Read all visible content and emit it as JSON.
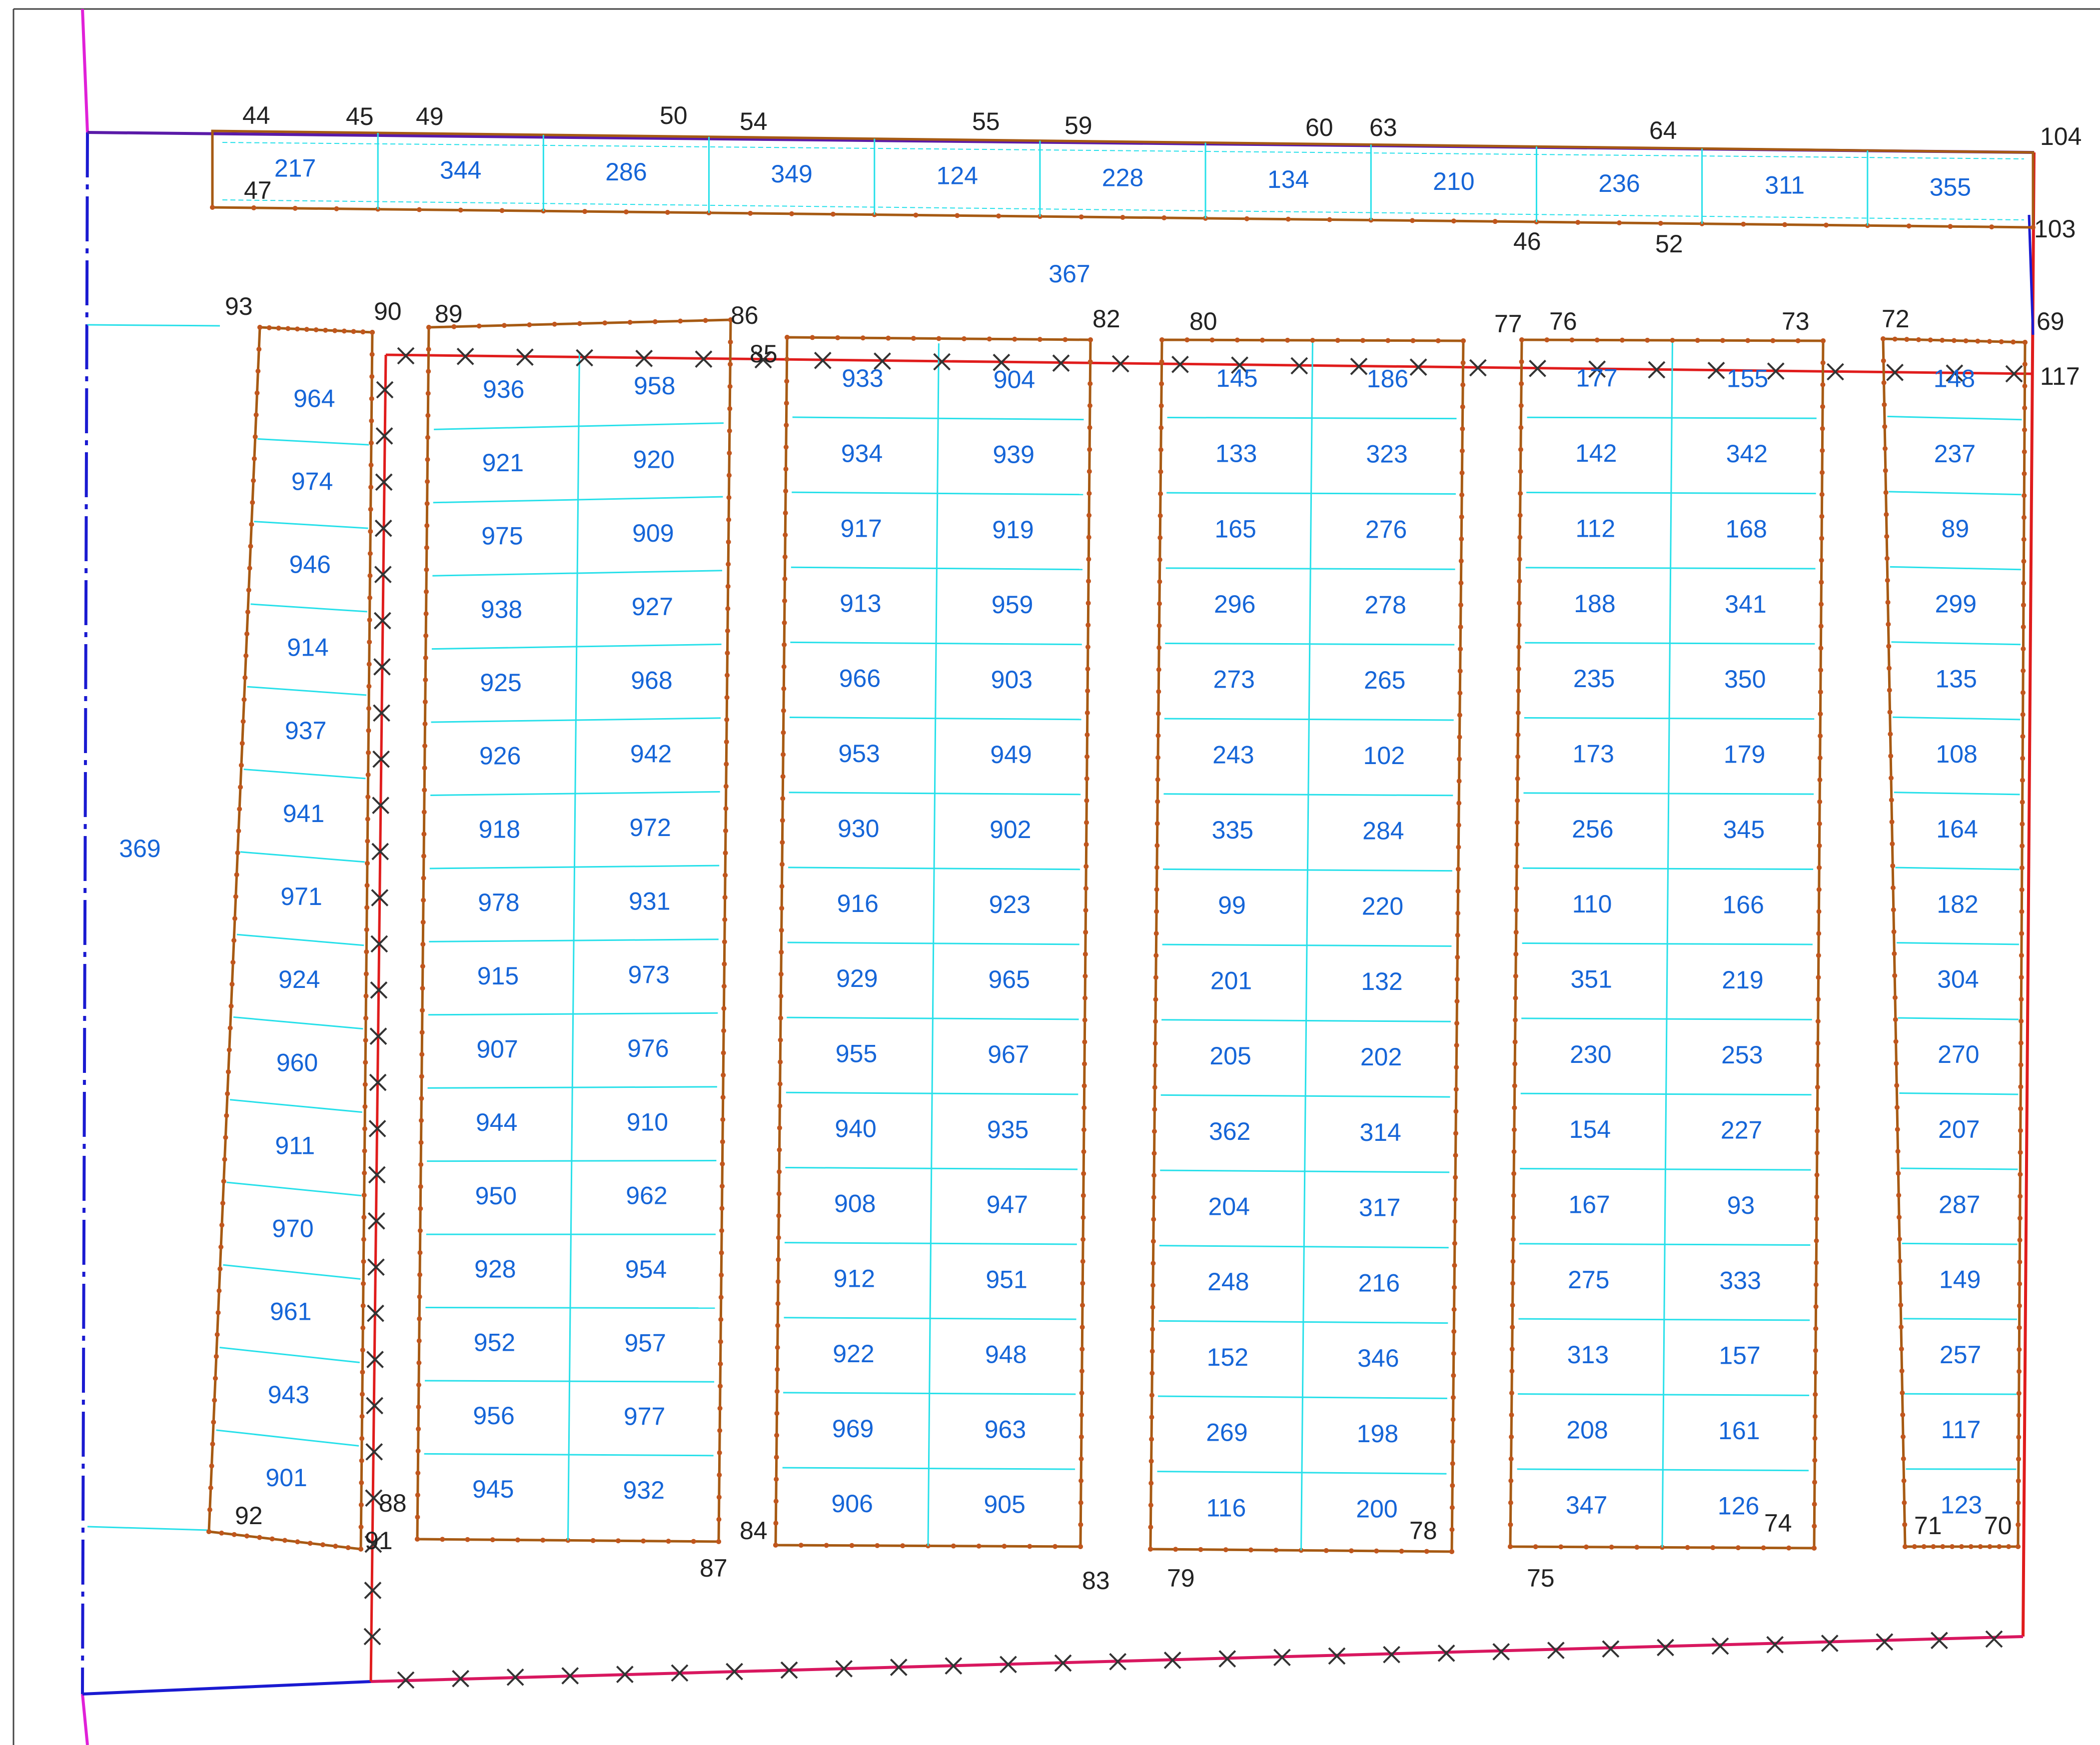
{
  "colors": {
    "lot_number": "#1565d8",
    "subdivision_line": "#27e0ea",
    "block_boundary": "#a65a13",
    "vertex_marker": "#c0561d",
    "road_line": "#e01c1c",
    "lower_boundary": "#d8175f",
    "outer_boundary_left": "#1a1ad1",
    "survey_point_label": "#222222"
  },
  "icons": {
    "fence_marker": "x-cross-icon"
  },
  "top_strip": {
    "lots": [
      "217",
      "344",
      "286",
      "349",
      "124",
      "228",
      "134",
      "210",
      "236",
      "311",
      "355"
    ]
  },
  "open_areas": {
    "left": "369",
    "top": "367"
  },
  "blocks": [
    {
      "id": "block-a",
      "columns": [
        [
          "964",
          "974",
          "946",
          "914",
          "937",
          "941",
          "971",
          "924",
          "960",
          "911",
          "970",
          "961",
          "943",
          "901"
        ]
      ]
    },
    {
      "id": "block-b",
      "columns": [
        [
          "936",
          "921",
          "975",
          "938",
          "925",
          "926",
          "918",
          "978",
          "915",
          "907",
          "944",
          "950",
          "928",
          "952",
          "956",
          "945"
        ],
        [
          "958",
          "920",
          "909",
          "927",
          "968",
          "942",
          "972",
          "931",
          "973",
          "976",
          "910",
          "962",
          "954",
          "957",
          "977",
          "932"
        ]
      ]
    },
    {
      "id": "block-c",
      "columns": [
        [
          "933",
          "934",
          "917",
          "913",
          "966",
          "953",
          "930",
          "916",
          "929",
          "955",
          "940",
          "908",
          "912",
          "922",
          "969",
          "906"
        ],
        [
          "904",
          "939",
          "919",
          "959",
          "903",
          "949",
          "902",
          "923",
          "965",
          "967",
          "935",
          "947",
          "951",
          "948",
          "963",
          "905"
        ]
      ]
    },
    {
      "id": "block-d",
      "columns": [
        [
          "145",
          "133",
          "165",
          "296",
          "273",
          "243",
          "335",
          "99",
          "201",
          "205",
          "362",
          "204",
          "248",
          "152",
          "269",
          "116"
        ],
        [
          "186",
          "323",
          "276",
          "278",
          "265",
          "102",
          "284",
          "220",
          "132",
          "202",
          "314",
          "317",
          "216",
          "346",
          "198",
          "200"
        ]
      ]
    },
    {
      "id": "block-e",
      "columns": [
        [
          "177",
          "142",
          "112",
          "188",
          "235",
          "173",
          "256",
          "110",
          "351",
          "230",
          "154",
          "167",
          "275",
          "313",
          "208",
          "347"
        ],
        [
          "155",
          "342",
          "168",
          "341",
          "350",
          "179",
          "345",
          "166",
          "219",
          "253",
          "227",
          "93",
          "333",
          "157",
          "161",
          "126"
        ]
      ]
    },
    {
      "id": "block-f",
      "columns": [
        [
          "148",
          "237",
          "89",
          "299",
          "135",
          "108",
          "164",
          "182",
          "304",
          "270",
          "207",
          "287",
          "149",
          "257",
          "117",
          "123"
        ]
      ]
    }
  ],
  "survey_points": [
    {
      "id": "p44",
      "label": "44"
    },
    {
      "id": "p45",
      "label": "45"
    },
    {
      "id": "p49",
      "label": "49"
    },
    {
      "id": "p50",
      "label": "50"
    },
    {
      "id": "p54",
      "label": "54"
    },
    {
      "id": "p55",
      "label": "55"
    },
    {
      "id": "p59",
      "label": "59"
    },
    {
      "id": "p60",
      "label": "60"
    },
    {
      "id": "p63",
      "label": "63"
    },
    {
      "id": "p64",
      "label": "64"
    },
    {
      "id": "p104",
      "label": "104"
    },
    {
      "id": "p47",
      "label": "47"
    },
    {
      "id": "p46",
      "label": "46"
    },
    {
      "id": "p52",
      "label": "52"
    },
    {
      "id": "p103",
      "label": "103"
    },
    {
      "id": "p93",
      "label": "93"
    },
    {
      "id": "p90",
      "label": "90"
    },
    {
      "id": "p89",
      "label": "89"
    },
    {
      "id": "p86",
      "label": "86"
    },
    {
      "id": "p85",
      "label": "85"
    },
    {
      "id": "p82",
      "label": "82"
    },
    {
      "id": "p80",
      "label": "80"
    },
    {
      "id": "p77",
      "label": "77"
    },
    {
      "id": "p76",
      "label": "76"
    },
    {
      "id": "p73",
      "label": "73"
    },
    {
      "id": "p72",
      "label": "72"
    },
    {
      "id": "p69",
      "label": "69"
    },
    {
      "id": "p117",
      "label": "117"
    },
    {
      "id": "p92",
      "label": "92"
    },
    {
      "id": "p88",
      "label": "88"
    },
    {
      "id": "p91",
      "label": "91"
    },
    {
      "id": "p87",
      "label": "87"
    },
    {
      "id": "p84",
      "label": "84"
    },
    {
      "id": "p83",
      "label": "83"
    },
    {
      "id": "p79",
      "label": "79"
    },
    {
      "id": "p78",
      "label": "78"
    },
    {
      "id": "p75",
      "label": "75"
    },
    {
      "id": "p74",
      "label": "74"
    },
    {
      "id": "p71",
      "label": "71"
    },
    {
      "id": "p70",
      "label": "70"
    }
  ]
}
